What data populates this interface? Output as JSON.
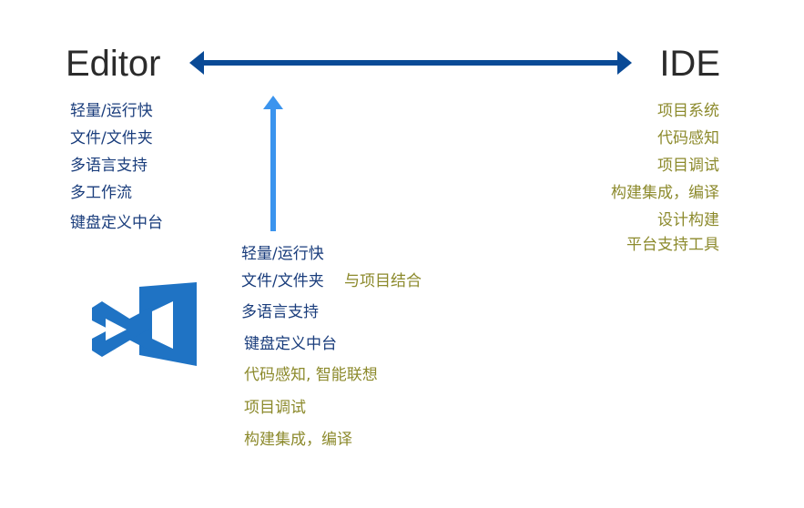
{
  "headings": {
    "editor": "Editor",
    "ide": "IDE"
  },
  "editor_features": [
    "轻量/运行快",
    "文件/文件夹",
    "多语言支持",
    "多工作流",
    "键盘定义中台"
  ],
  "ide_features": [
    "项目系统",
    "代码感知",
    "项目调试",
    "构建集成，编译",
    "设计构建",
    "平台支持工具"
  ],
  "vscode_features": {
    "editor_like": [
      "轻量/运行快",
      "文件/文件夹",
      "多语言支持",
      "键盘定义中台"
    ],
    "folder_note": "与项目结合",
    "ide_like": [
      "代码感知, 智能联想",
      "项目调试",
      "构建集成，编译"
    ]
  },
  "icons": {
    "double_arrow": "double-headed-arrow",
    "up_arrow": "up-arrow",
    "logo": "vscode-logo"
  },
  "colors": {
    "blue_text": "#1a3d7c",
    "olive_text": "#8c8a2c",
    "double_arrow": "#0a4a96",
    "up_arrow": "#3b94ee",
    "logo": "#1f73c4",
    "heading": "#2b2b2b"
  }
}
